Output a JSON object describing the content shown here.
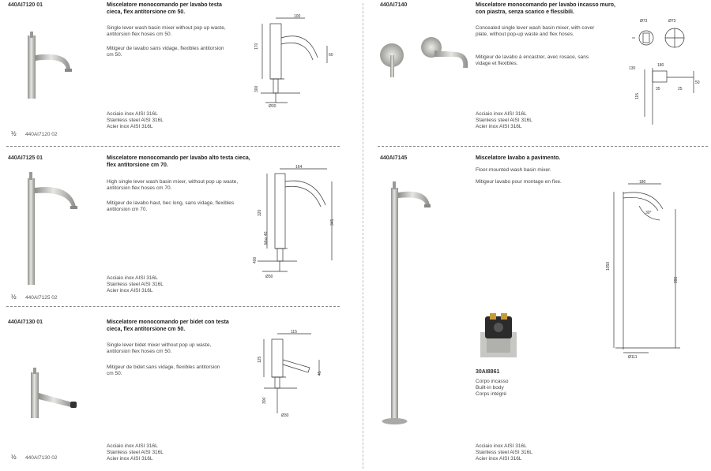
{
  "products": [
    {
      "code": "440AI7120 01",
      "title_it": "Miscelatore monocomando per lavabo testa cieca, flex antitorsione cm 50.",
      "text_en": "Single lever wash basin mixer without pop up waste, antitorsion flex hoses cm 50.",
      "text_fr": "Mitigeur de lavabo sans vidage, flexibles antitorsion cm 50.",
      "materials": [
        "Acciaio inox AISI 316L",
        "Stainless steel AISI 316L",
        "Acier inox AISI 316L"
      ],
      "half_label": "½",
      "subcode": "440AI7120 02",
      "dims": [
        "100",
        "170",
        "60",
        "300",
        "Ø30"
      ]
    },
    {
      "code": "440AI7140",
      "title_it": "Miscelatore monocomando per lavabo incasso muro, con piastra, senza scarico e flessibili.",
      "text_en": "Concealed single lever wash basin mixer, with cover plate, without pop-up waste and flex hoses.",
      "text_fr": "Mitigeur de lavabo à encastrer, avec rosace, sans vidage et flexibles.",
      "materials": [
        "Acciaio inox AISI 316L",
        "Stainless steel AISI 316L",
        "Acier inox AISI 316L"
      ],
      "dims": [
        "Ø73",
        "Ø73",
        "180",
        "130",
        "50",
        "115",
        "35",
        "25"
      ]
    },
    {
      "code": "440AI7125 01",
      "title_it": "Miscelatore monocomando per lavabo alto testa cieca, flex antitorsione cm 70.",
      "text_en": "High single lever wash basin mixer, without pop up waste, antitorsion flex hoses cm 70.",
      "text_fr": "Mitigeur de lavabo haut, bec long, sans vidage, flexibles antitorsion cm 70.",
      "materials": [
        "Acciaio inox AISI 316L",
        "Stainless steel AISI 316L",
        "Acier inox AISI 316L"
      ],
      "half_label": "½",
      "subcode": "440AI7125 02",
      "dims": [
        "164",
        "320",
        "345",
        "Max 40",
        "400",
        "Ø30"
      ]
    },
    {
      "code": "440AI7145",
      "title_it": "Miscelatore lavabo a pavimento.",
      "text_en": "Floor-mounted wash basin mixer.",
      "text_fr": "Mitigeur lavabo pour montage en fixe.",
      "dims": [
        "180",
        "30°",
        "1050",
        "995",
        "Ø111"
      ],
      "body_code": "30AI8861",
      "body_text": [
        "Corpo incasso",
        "Built-in body",
        "Corps intégré"
      ],
      "materials": [
        "Acciaio inox AISI 316L",
        "Stainless steel AISI 316L",
        "Acier inox AISI 316L"
      ]
    },
    {
      "code": "440AI7130 01",
      "title_it": "Miscelatore monocomando per bidet con testa cieca, flex antitorsione cm 50.",
      "text_en": "Single lever bidet mixer without pop up waste, antitorsion flex hoses cm 50.",
      "text_fr": "Mitigeur de bidet sans vidage, flexibles antitorsion cm 50.",
      "materials": [
        "Acciaio inox AISI 316L",
        "Stainless steel AISI 316L",
        "Acier inox AISI 316L"
      ],
      "half_label": "½",
      "subcode": "440AI7130 02",
      "dims": [
        "115",
        "125",
        "45",
        "300",
        "Ø30"
      ]
    }
  ],
  "colors": {
    "steel": "#b9b9b6",
    "steel_dark": "#8e8e8b",
    "line": "#333333"
  }
}
